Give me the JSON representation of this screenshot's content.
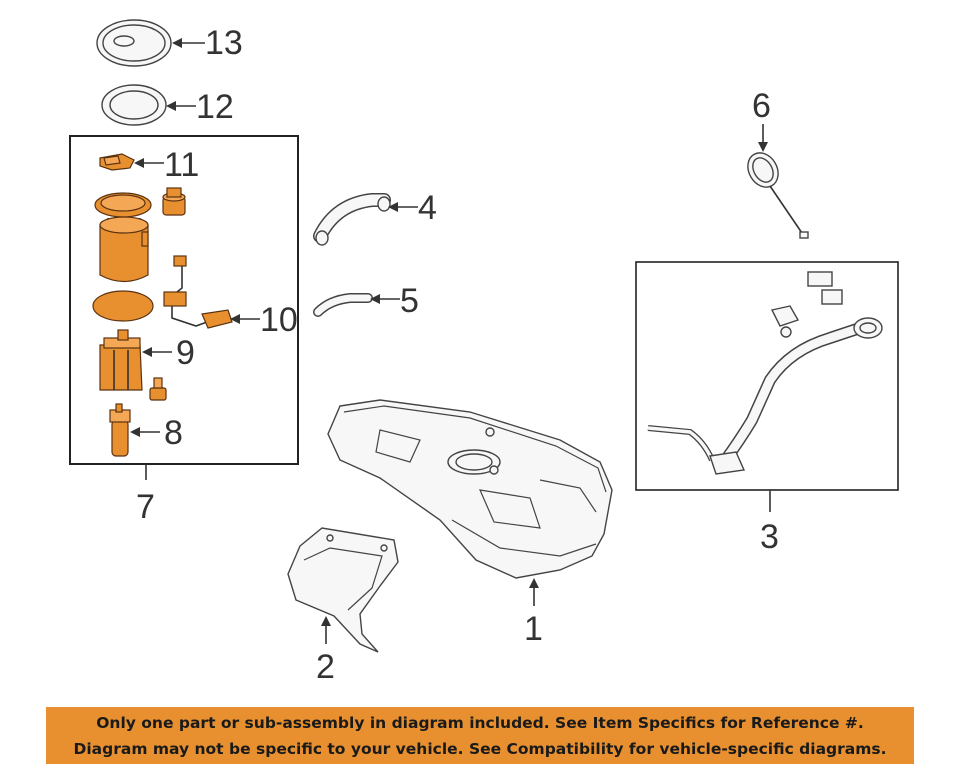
{
  "callouts": {
    "c1": "1",
    "c2": "2",
    "c3": "3",
    "c4": "4",
    "c5": "5",
    "c6": "6",
    "c7": "7",
    "c8": "8",
    "c9": "9",
    "c10": "10",
    "c11": "11",
    "c12": "12",
    "c13": "13"
  },
  "banner": {
    "line1": "Only one part or sub-assembly in diagram included. See Item Specifics for Reference #.",
    "line2": "Diagram may not be specific to your vehicle. See Compatibility for vehicle-specific diagrams."
  },
  "colors": {
    "highlight": "#e8902f",
    "banner": "#e8902f",
    "line": "#333333"
  }
}
